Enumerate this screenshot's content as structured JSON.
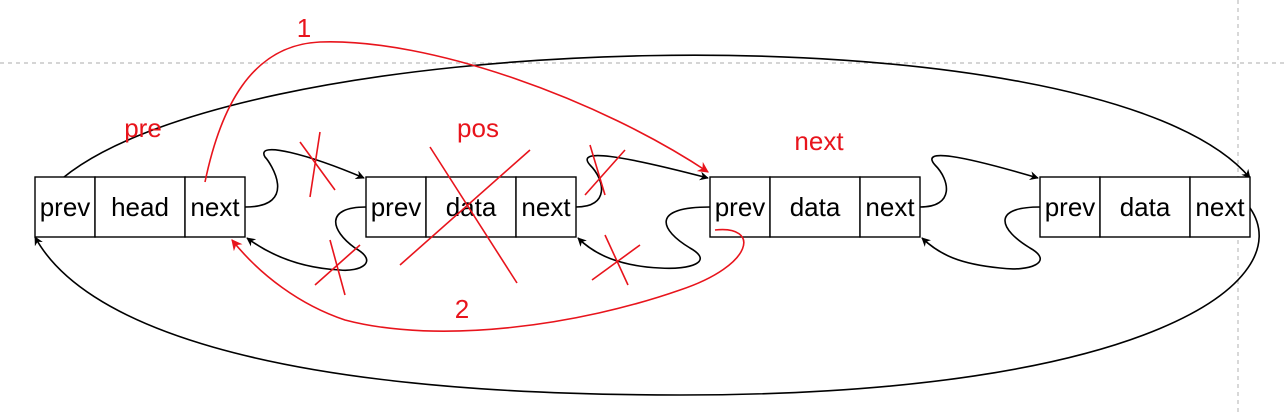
{
  "nodes": [
    {
      "cells": [
        "prev",
        "head",
        "next"
      ]
    },
    {
      "cells": [
        "prev",
        "data",
        "next"
      ]
    },
    {
      "cells": [
        "prev",
        "data",
        "next"
      ]
    },
    {
      "cells": [
        "prev",
        "data",
        "next"
      ]
    }
  ],
  "labels": {
    "pre": "pre",
    "pos": "pos",
    "next": "next",
    "step1": "1",
    "step2": "2"
  },
  "colors": {
    "annotation": "#e8141c",
    "link": "#000000",
    "guide": "#c7c7c7"
  }
}
